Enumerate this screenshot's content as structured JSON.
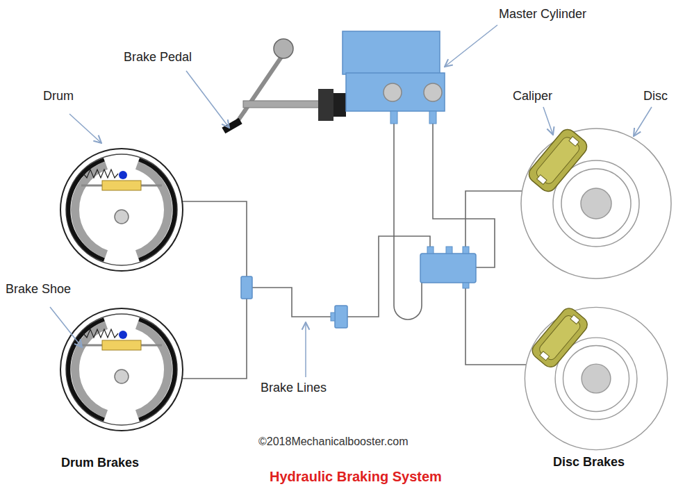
{
  "diagram": {
    "caption": "Hydraulic Braking System",
    "labels": [
      "Master Cylinder",
      "Brake Pedal",
      "Drum",
      "Caliper",
      "Disc",
      "Brake Shoe",
      "Brake Lines",
      "©2018Mechanicalbooster.com",
      "Drum Brakes",
      "Disc Brakes"
    ]
  }
}
